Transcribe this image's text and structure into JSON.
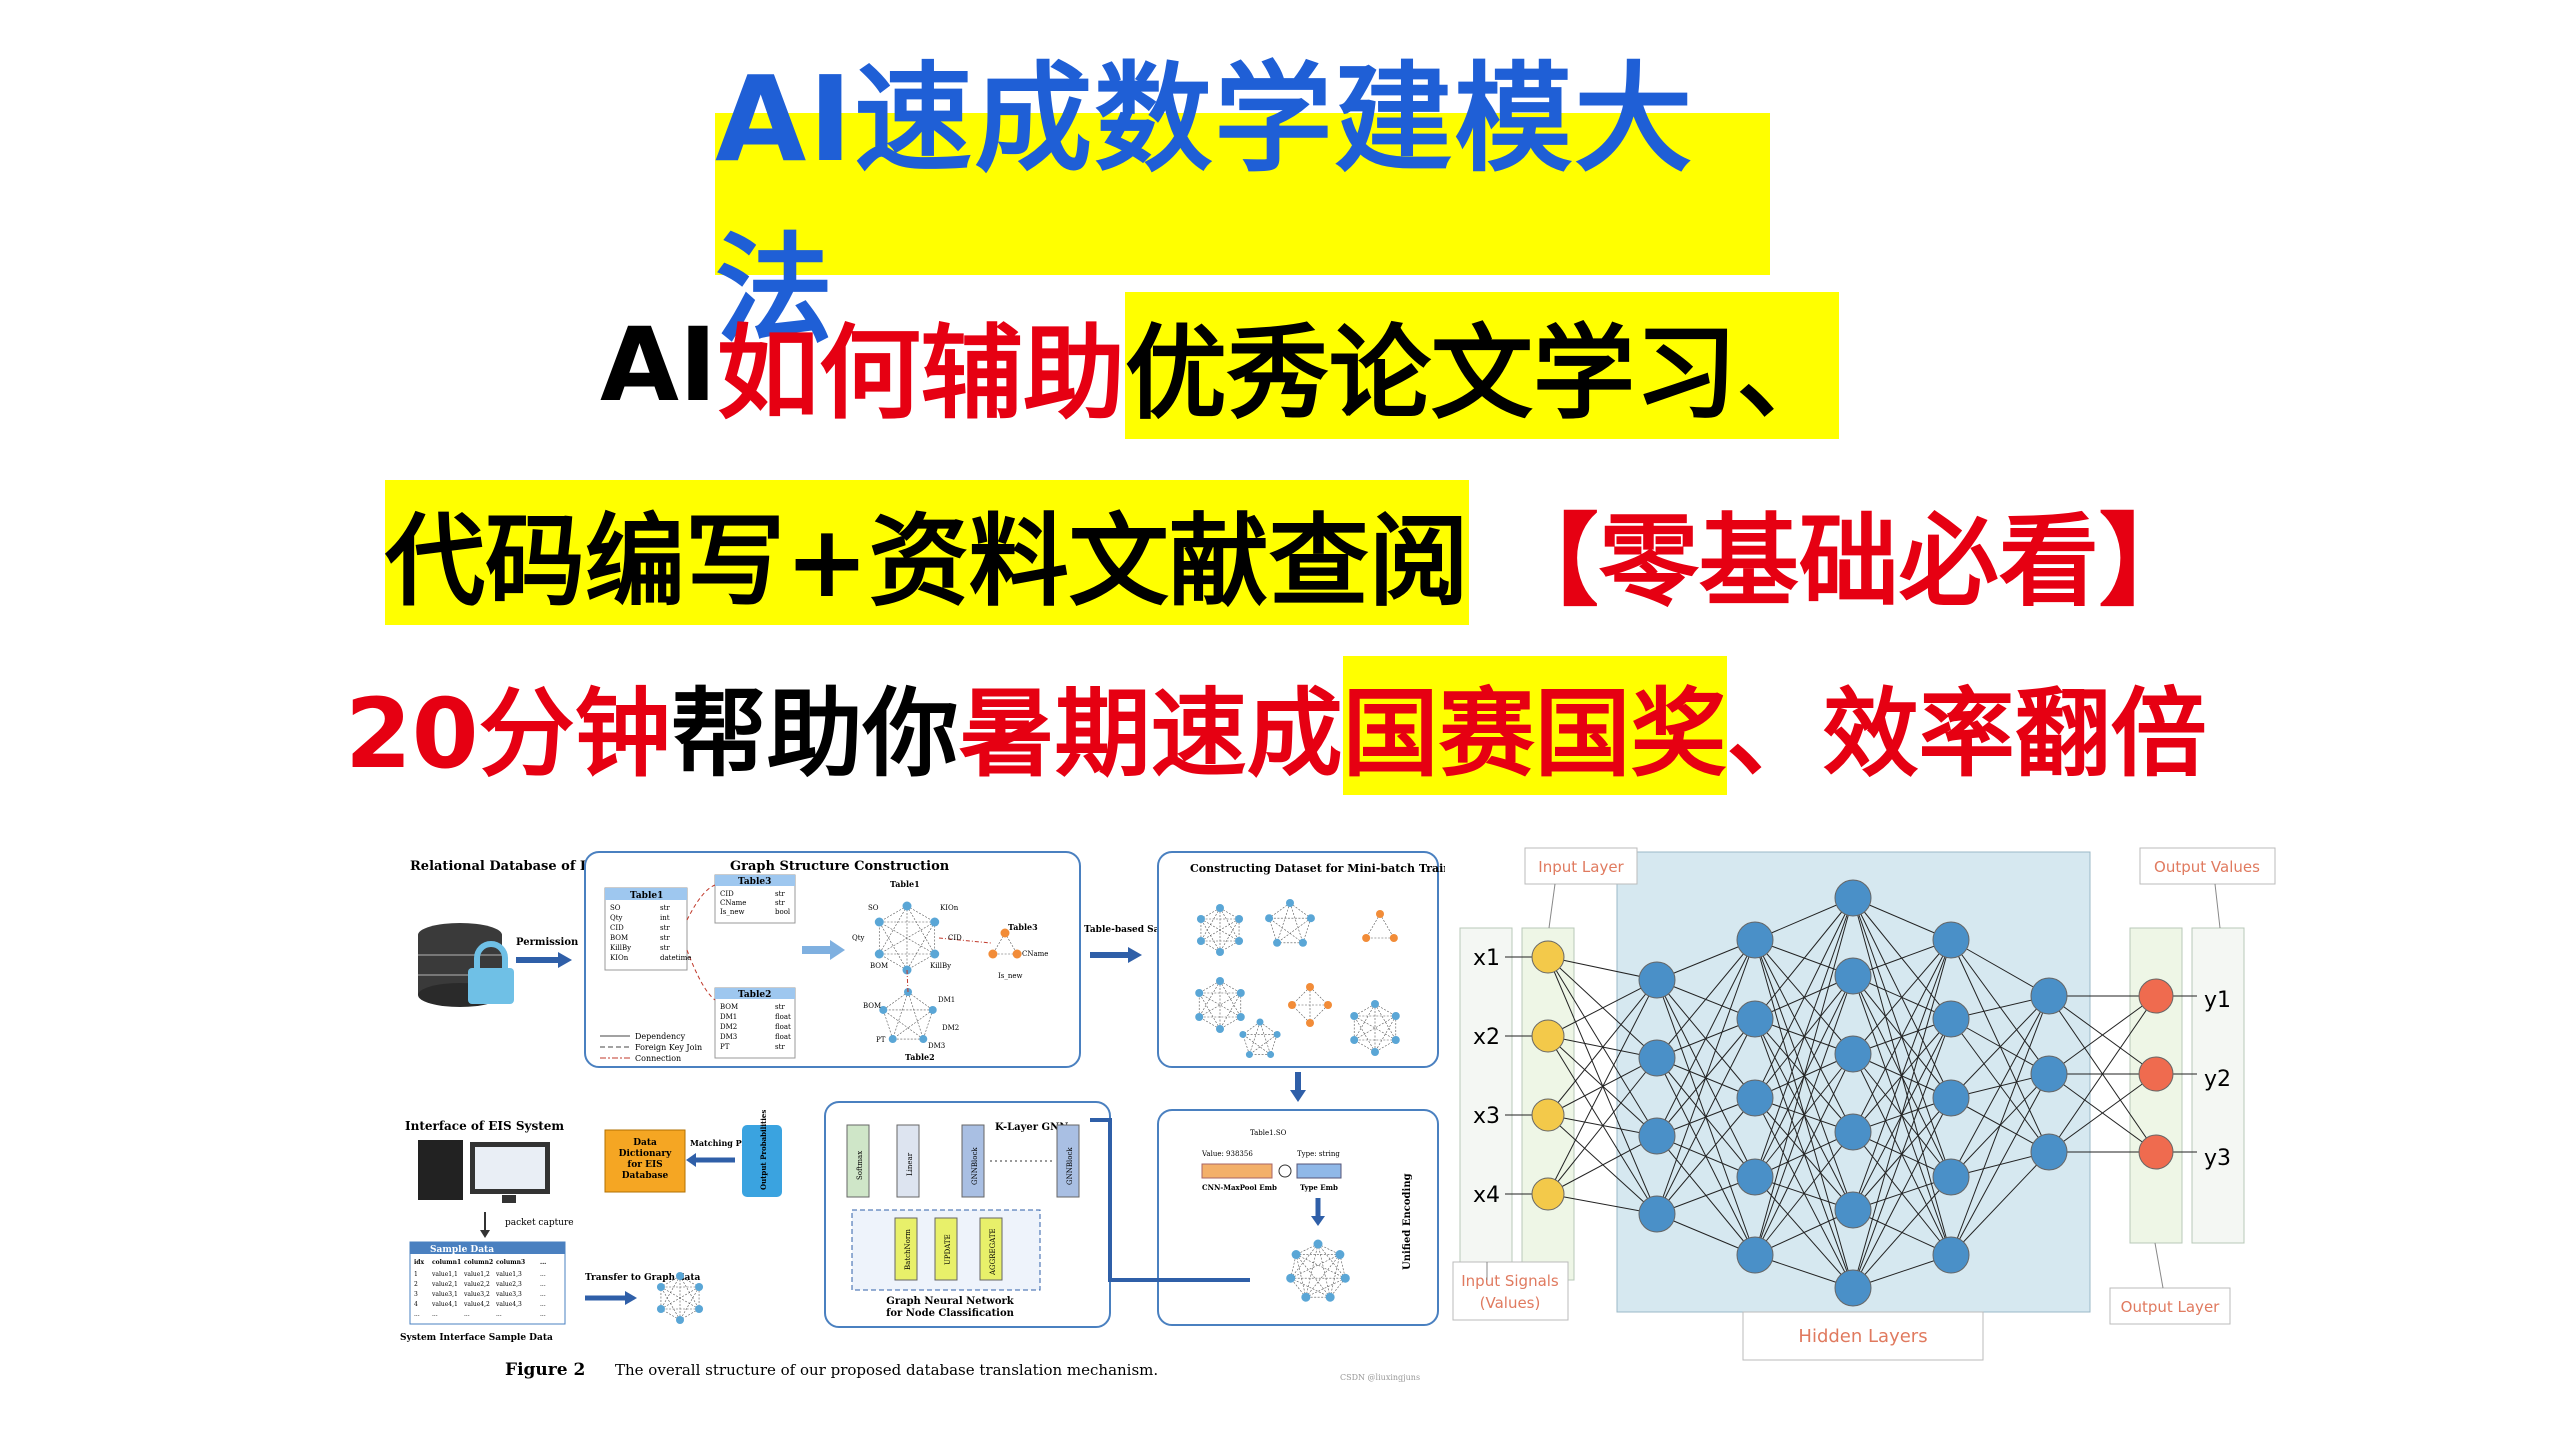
{
  "title": "AI速成数学建模大法",
  "line1": {
    "a": "AI",
    "b": "如何辅助",
    "c": "优秀论文学习、"
  },
  "line2": {
    "a": "代码编写+资料文献查阅",
    "b": "【零基础必看】"
  },
  "line3": {
    "a": "20分钟",
    "b": "帮助你",
    "c": "暑期速成",
    "d": "国赛国奖",
    "e": "、效率翻倍"
  },
  "figure": {
    "rel_db": "Relational Database of EIS System",
    "permission": "Permission",
    "gsc_title": "Graph Structure Construction",
    "table1": "Table1",
    "table2": "Table2",
    "table3": "Table3",
    "t1_rows": [
      "SO",
      "Qty",
      "CID",
      "BOM",
      "KillBy",
      "KIOn"
    ],
    "t1_types": [
      "str",
      "int",
      "str",
      "str",
      "str",
      "datetime"
    ],
    "t3_rows": [
      "CID",
      "CName",
      "Is_new"
    ],
    "t3_types": [
      "str",
      "str",
      "bool"
    ],
    "t2_rows": [
      "BOM",
      "DM1",
      "DM2",
      "DM3",
      "PT"
    ],
    "t2_types": [
      "str",
      "float",
      "float",
      "float",
      "str"
    ],
    "g_table1": "Table1",
    "g_table2": "Table2",
    "g_table3": "Table3",
    "g_nodes": [
      "SO",
      "KIOn",
      "Qty",
      "CID",
      "BOM",
      "KillBy",
      "CName",
      "Is_new",
      "DM1",
      "DM2",
      "DM3",
      "PT",
      "BOM"
    ],
    "legend": [
      "Dependency",
      "Foreign Key Join",
      "Connection"
    ],
    "sampling": "Table-based Sampling",
    "dataset_title": "Constructing Dataset for Mini-batch Training",
    "interface": "Interface of EIS System",
    "packet": "packet capture",
    "sample_data": "Sample Data",
    "sample_cols": [
      "idx",
      "column1",
      "column2",
      "column3",
      "..."
    ],
    "sample_rows": [
      [
        "1",
        "value1,1",
        "value1,2",
        "value1,3",
        "..."
      ],
      [
        "2",
        "value2,1",
        "value2,2",
        "value2,3",
        "..."
      ],
      [
        "3",
        "value3,1",
        "value3,2",
        "value3,3",
        "..."
      ],
      [
        "4",
        "value4,1",
        "value4,2",
        "value4,3",
        "..."
      ],
      [
        "...",
        "...",
        "...",
        "...",
        "..."
      ]
    ],
    "sample_caption": "System Interface Sample Data",
    "transfer": "Transfer to Graph data",
    "data_dict": "Data Dictionary for EIS Database",
    "matching": "Matching Process",
    "output_prob": "Output Probabilities",
    "k_layer": "K-Layer GNN",
    "softmax": "Softmax",
    "linear": "Linear",
    "gnnblock": "GNNBlock",
    "batchnorm": "BatchNorm",
    "update": "UPDATE",
    "aggregate": "AGGREGATE",
    "gnn_caption": "Graph Neural Network for Node Classification",
    "unified": "Unified Encoding",
    "enc_table": "Table1.SO",
    "enc_value": "Value: 938356",
    "enc_type": "Type: string",
    "cnn": "CNN-MaxPool Emb",
    "type_emb": "Type Emb",
    "caption_label": "Figure 2",
    "caption": "The overall structure of our proposed database translation mechanism.",
    "watermark": "CSDN @liuxingjuns"
  },
  "nn": {
    "input_layer": "Input Layer",
    "output_values": "Output Values",
    "inputs": [
      "x1",
      "x2",
      "x3",
      "x4"
    ],
    "outputs": [
      "y1",
      "y2",
      "y3"
    ],
    "input_signals": "Input Signals (Values)",
    "hidden": "Hidden Layers",
    "output_layer": "Output Layer"
  },
  "colors": {
    "yellow": "#ffff00",
    "red": "#e60012",
    "blue": "#1f5fd6",
    "node_input": "#f3c94a",
    "node_hidden": "#4a90c8",
    "node_output": "#ef6b4f"
  }
}
